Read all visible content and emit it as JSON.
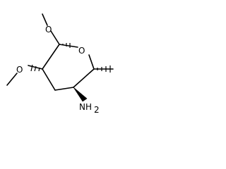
{
  "molecule": {
    "atoms": {
      "ring_oxygen": "O",
      "anomeric_methoxy_oxygen": "O",
      "methoxy_oxygen": "O",
      "amine": "NH2"
    },
    "amine_label": {
      "main": "NH",
      "subscript": "2"
    },
    "colors": {
      "bond": "#000000",
      "label": "#000000",
      "background": "#ffffff"
    }
  }
}
